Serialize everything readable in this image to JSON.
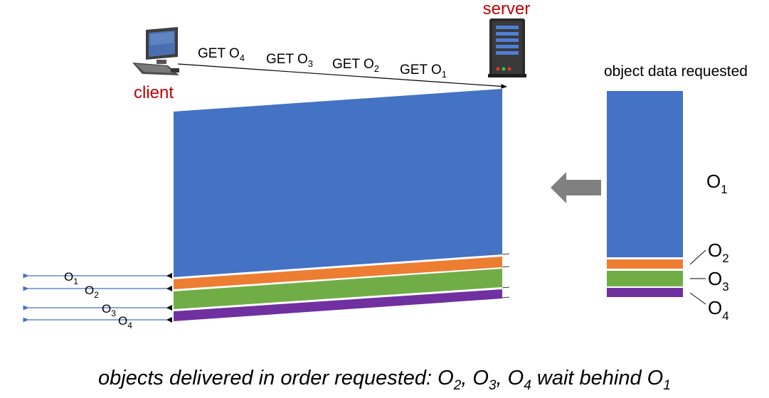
{
  "labels": {
    "server": "server",
    "client": "client",
    "queue_title": "object data requested"
  },
  "requests": [
    {
      "text": "GET O",
      "sub": "4"
    },
    {
      "text": "GET O",
      "sub": "3"
    },
    {
      "text": "GET O",
      "sub": "2"
    },
    {
      "text": "GET O",
      "sub": "1"
    }
  ],
  "queue": [
    {
      "name": "O",
      "sub": "1",
      "color": "#4472c4"
    },
    {
      "name": "O",
      "sub": "2",
      "color": "#ed7d31"
    },
    {
      "name": "O",
      "sub": "3",
      "color": "#70ad47"
    },
    {
      "name": "O",
      "sub": "4",
      "color": "#7030a0"
    }
  ],
  "deliveries": [
    {
      "name": "O",
      "sub": "1"
    },
    {
      "name": "O",
      "sub": "2"
    },
    {
      "name": "O",
      "sub": "3"
    },
    {
      "name": "O",
      "sub": "4"
    }
  ],
  "caption": {
    "p1": "objects delivered in order requested: O",
    "s1": "2",
    "p2": ", O",
    "s2": "3",
    "p3": ", O",
    "s3": "4",
    "p4": " wait behind O",
    "s4": "1"
  },
  "colors": {
    "o1": "#4472c4",
    "o2": "#ed7d31",
    "o3": "#70ad47",
    "o4": "#7030a0",
    "arrow_blue": "#4472c4",
    "big_arrow": "#808080",
    "label_red": "#c00000"
  },
  "icons": {
    "client": "desktop-computer-icon",
    "server": "server-tower-icon"
  }
}
